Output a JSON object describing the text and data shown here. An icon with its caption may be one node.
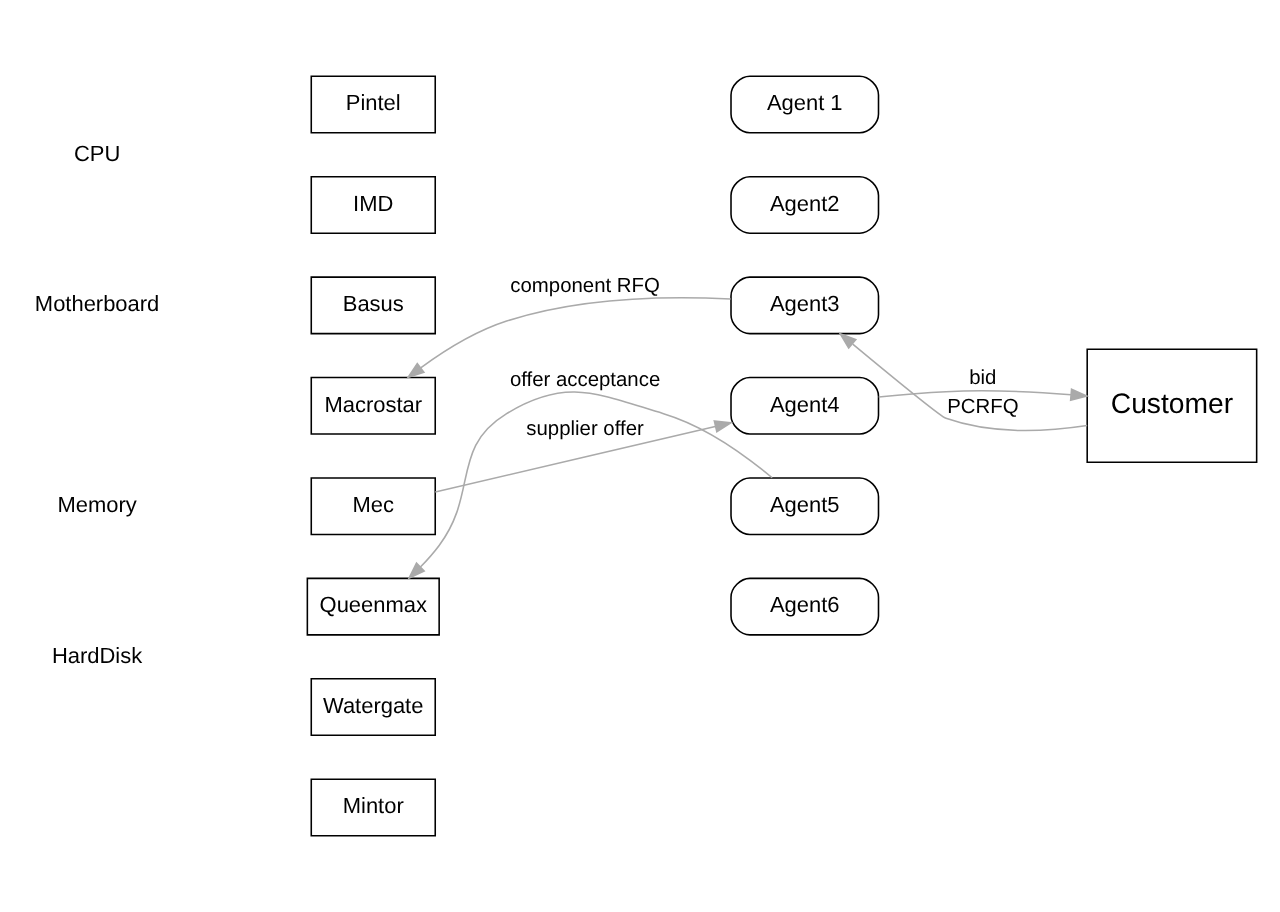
{
  "diagram": {
    "nodes": [
      {
        "text": [
          "Pintel"
        ]
      },
      {
        "text": [
          "IMD"
        ]
      },
      {
        "text": [
          "Basus"
        ]
      },
      {
        "text": [
          "Macrostar"
        ]
      },
      {
        "text": [
          "Mec"
        ]
      },
      {
        "text": [
          "Queenmax"
        ]
      },
      {
        "text": [
          "Watergate"
        ]
      },
      {
        "text": [
          "Mintor"
        ]
      },
      {
        "text": [
          "Agent 1"
        ]
      },
      {
        "text": [
          "Agent2"
        ]
      },
      {
        "text": [
          "Agent3"
        ]
      },
      {
        "text": [
          "Agent4"
        ]
      },
      {
        "text": [
          "Agent5"
        ]
      },
      {
        "text": [
          "Agent6"
        ]
      },
      {
        "text": [
          "Customer"
        ]
      }
    ],
    "edges": [
      {
        "from": 10,
        "to": 3,
        "arrow": "to",
        "label": "component RFQ"
      },
      {
        "from": 4,
        "to": 11,
        "arrow": "to",
        "label": "supplier offer"
      },
      {
        "from": 12,
        "to": 5,
        "arrow": "to",
        "label": "offer acceptance"
      },
      {
        "from": 14,
        "to": 10,
        "arrow": "to",
        "label": "PCRFQ"
      },
      {
        "from": 11,
        "to": 14,
        "arrow": "to",
        "label": "bid"
      }
    ],
    "labels": [
      "CPU",
      "Motherboard",
      "Memory",
      "HardDisk"
    ]
  }
}
